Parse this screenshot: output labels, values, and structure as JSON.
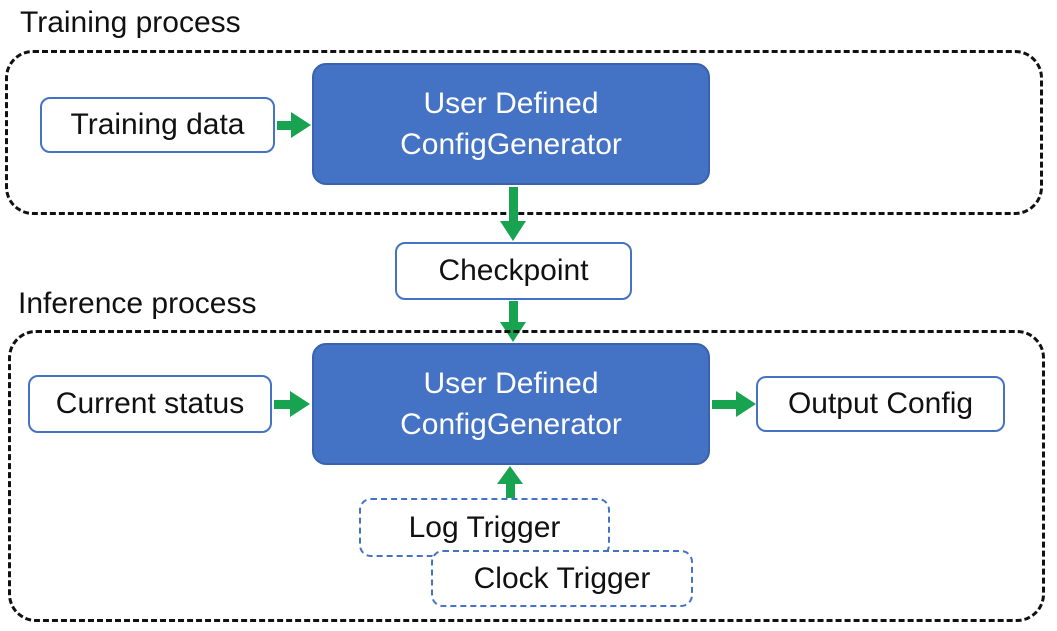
{
  "colors": {
    "generator_fill": "#4472C4",
    "generator_border": "#3A62AC",
    "box_outline": "#4472C4",
    "arrow": "#17A350",
    "container_outline": "#111111"
  },
  "training": {
    "section_label": "Training process",
    "data_box": "Training data",
    "generator": {
      "line1": "User Defined",
      "line2": "ConfigGenerator"
    }
  },
  "checkpoint_box": "Checkpoint",
  "inference": {
    "section_label": "Inference process",
    "status_box": "Current status",
    "generator": {
      "line1": "User Defined",
      "line2": "ConfigGenerator"
    },
    "output_box": "Output Config",
    "log_trigger_box": "Log Trigger",
    "clock_trigger_box": "Clock Trigger"
  }
}
